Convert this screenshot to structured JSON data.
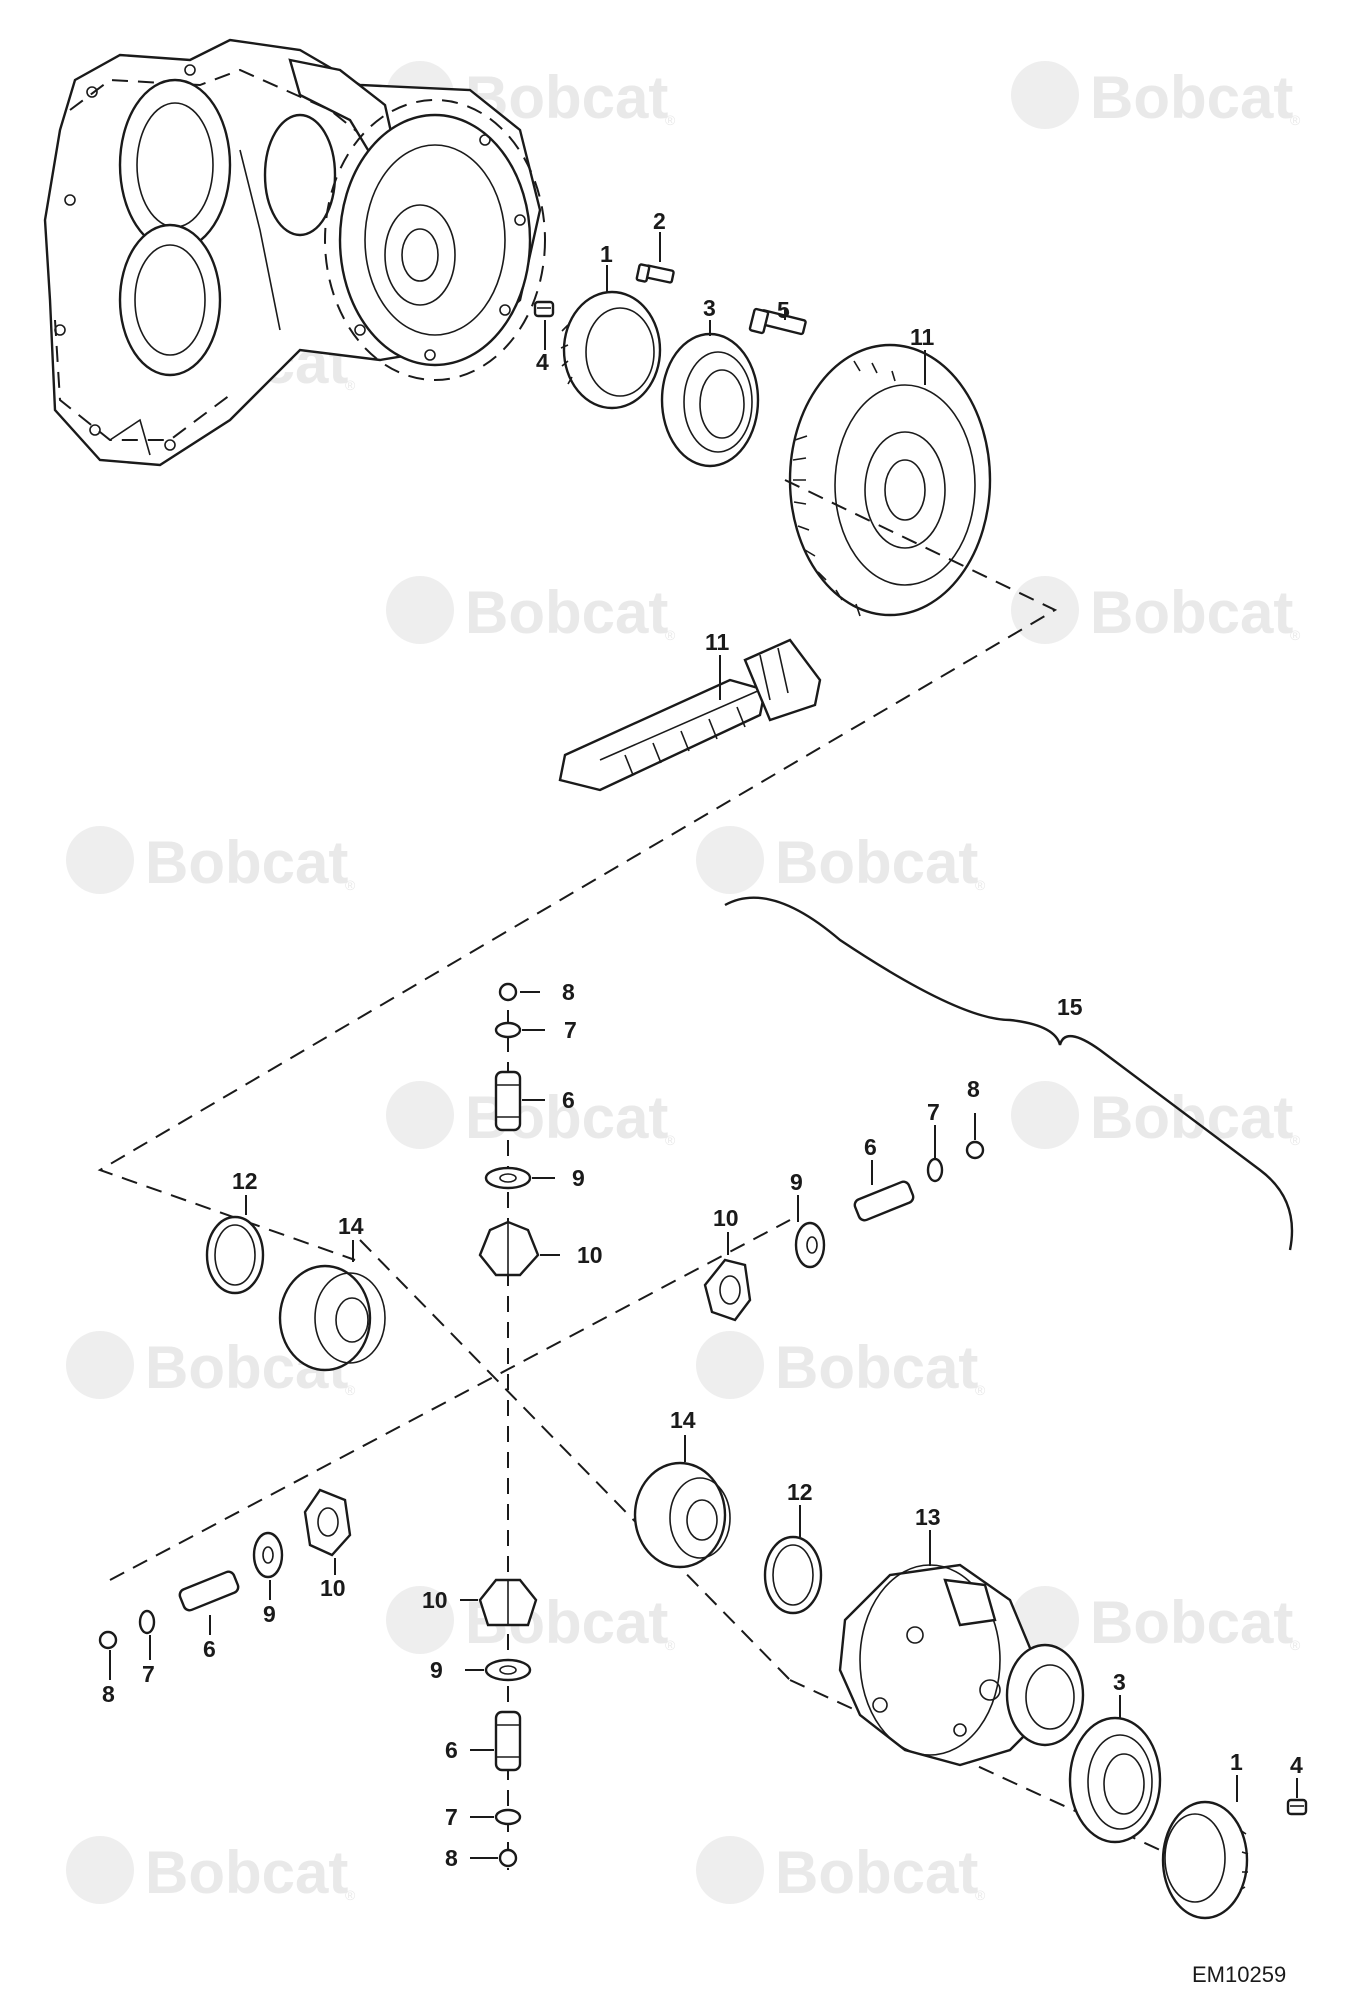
{
  "diagram": {
    "code": "EM10259",
    "watermark": "Bobcat",
    "watermark_mark": "®",
    "labels": {
      "c1": "1",
      "c2": "2",
      "c3": "3",
      "c4": "4",
      "c5": "5",
      "c11a": "11",
      "c11b": "11",
      "d8a": "8",
      "d7a": "7",
      "d6a": "6",
      "d9a": "9",
      "d10a": "10",
      "d12a": "12",
      "d14a": "14",
      "d10b": "10",
      "d9b": "9",
      "d6b": "6",
      "d7b": "7",
      "d8b": "8",
      "d15": "15",
      "d14b": "14",
      "d12b": "12",
      "d13": "13",
      "d10c": "10",
      "d9c": "9",
      "d6c": "6",
      "d7c": "7",
      "d8c": "8",
      "d10d": "10",
      "d9d": "9",
      "d6d": "6",
      "d7d": "7",
      "d8d": "8",
      "d3": "3",
      "d1": "1",
      "d4": "4"
    }
  }
}
